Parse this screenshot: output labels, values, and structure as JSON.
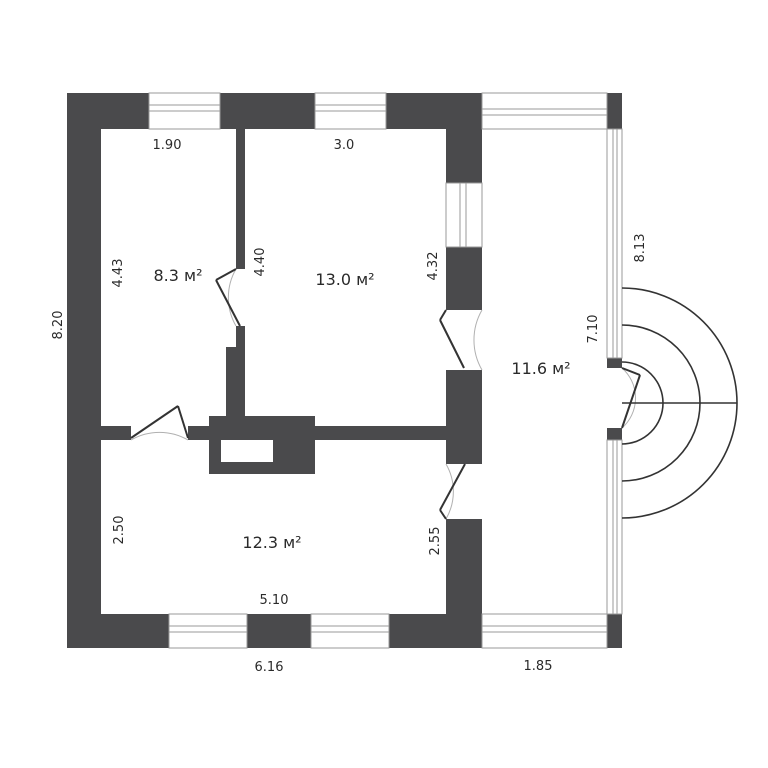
{
  "rooms": {
    "room_1": {
      "area": "8.3 м²"
    },
    "room_2": {
      "area": "13.0 м²"
    },
    "room_3": {
      "area": "11.6 м²"
    },
    "room_4": {
      "area": "12.3 м²"
    }
  },
  "dimensions": {
    "d_190": "1.90",
    "d_30": "3.0",
    "d_813": "8.13",
    "d_443": "4.43",
    "d_440": "4.40",
    "d_432": "4.32",
    "d_820": "8.20",
    "d_710": "7.10",
    "d_250": "2.50",
    "d_255": "2.55",
    "d_510": "5.10",
    "d_616": "6.16",
    "d_185": "1.85"
  },
  "colors": {
    "wall": "#4a4a4c",
    "background": "#ffffff"
  }
}
